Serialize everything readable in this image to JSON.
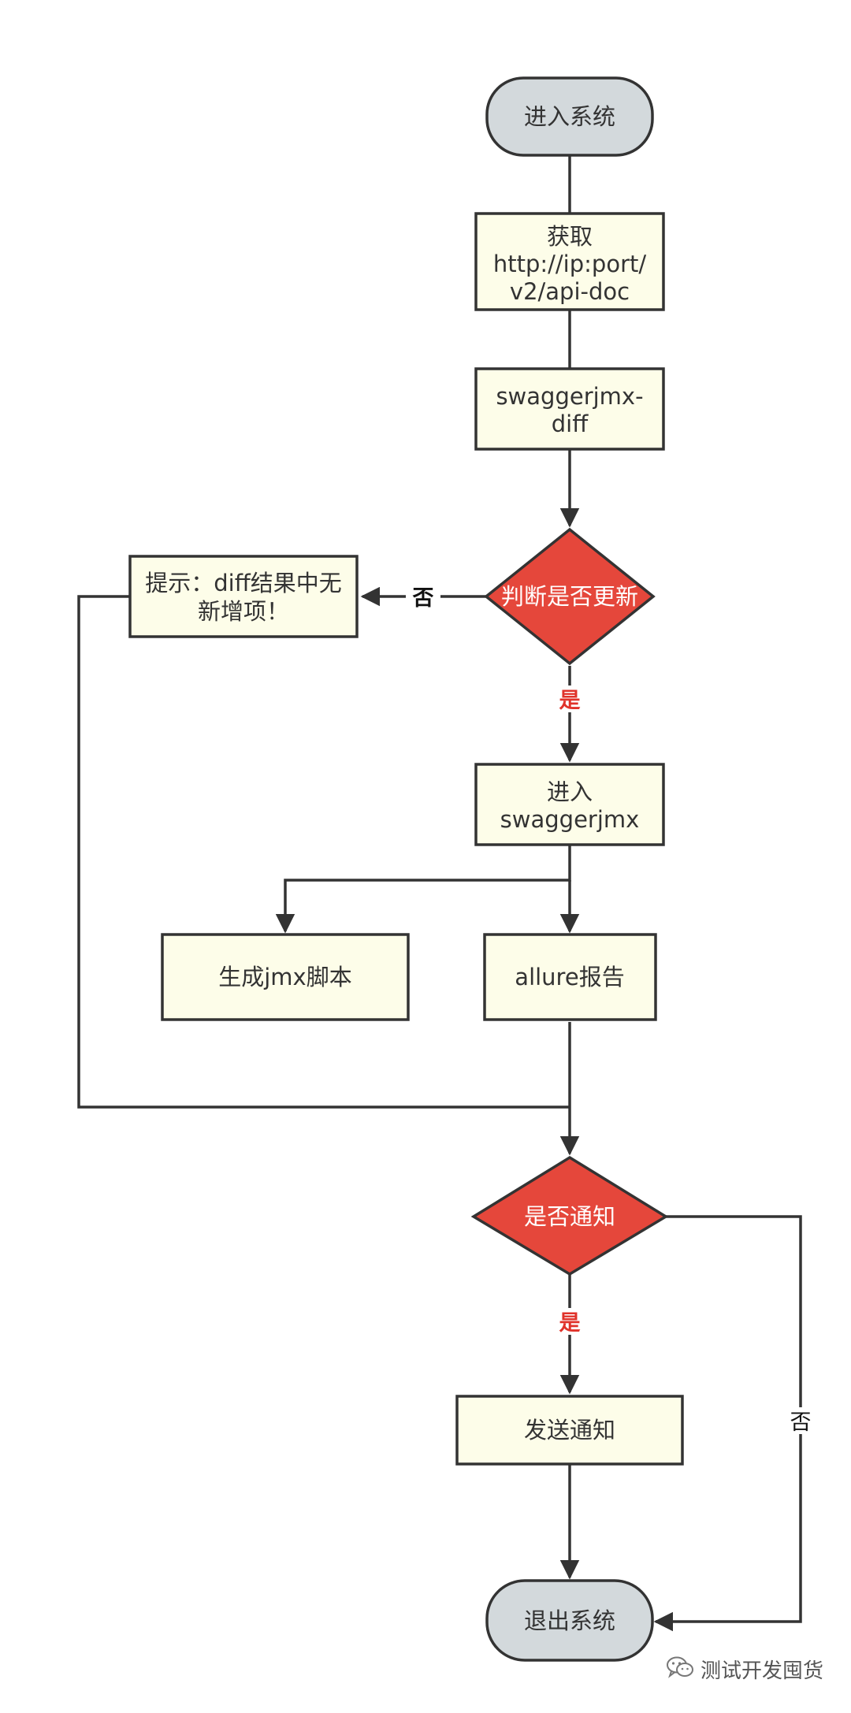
{
  "colors": {
    "terminal_fill": "#d3d9dc",
    "process_fill": "#fdfde9",
    "decision_fill": "#e5473b",
    "stroke": "#333333",
    "yes_label": "#e0322a",
    "no_label": "#111111"
  },
  "nodes": {
    "start": {
      "label": "进入系统"
    },
    "fetch": {
      "lines": [
        "获取",
        "http://ip:port/",
        "v2/api-doc"
      ]
    },
    "diff": {
      "lines": [
        "swaggerjmx-",
        "diff"
      ]
    },
    "check_update": {
      "label": "判断是否更新"
    },
    "notice": {
      "lines": [
        "提示：diff结果中无",
        "新增项！"
      ]
    },
    "enter": {
      "lines": [
        "进入",
        "swaggerjmx"
      ]
    },
    "gen_jmx": {
      "label": "生成jmx脚本"
    },
    "allure": {
      "label": "allure报告"
    },
    "check_notify": {
      "label": "是否通知"
    },
    "send": {
      "label": "发送通知"
    },
    "exit": {
      "label": "退出系统"
    }
  },
  "edge_labels": {
    "update_no": "否",
    "update_yes": "是",
    "notify_yes": "是",
    "notify_no": "否"
  },
  "watermark": {
    "text": "测试开发囤货",
    "icon": "wechat-icon"
  }
}
